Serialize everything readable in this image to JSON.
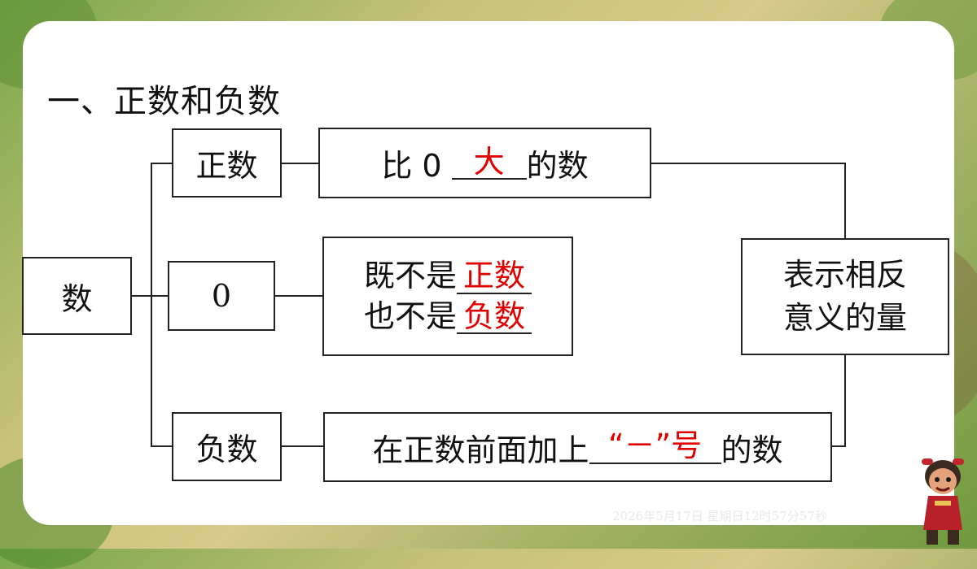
{
  "title": "一、正数和负数",
  "root": "数",
  "branches": {
    "positive": {
      "label": "正数",
      "desc_prefix": "比 0 ",
      "desc_blank": "大",
      "desc_suffix": "的数"
    },
    "zero": {
      "label": "0",
      "line1_prefix": "既不是",
      "line1_blank": "正数",
      "line2_prefix": "也不是",
      "line2_blank": "负数"
    },
    "negative": {
      "label": "负数",
      "desc_prefix": "在正数前面加上",
      "desc_blank": "“－”号",
      "desc_suffix": "的数"
    }
  },
  "meaning": {
    "line1": "表示相反",
    "line2": "意义的量"
  },
  "footer": {
    "datetime": "2026年5月17日 星期日12时57分57秒"
  },
  "colors": {
    "answer": "#e00000",
    "frame": "#222222",
    "card": "#ffffff"
  }
}
